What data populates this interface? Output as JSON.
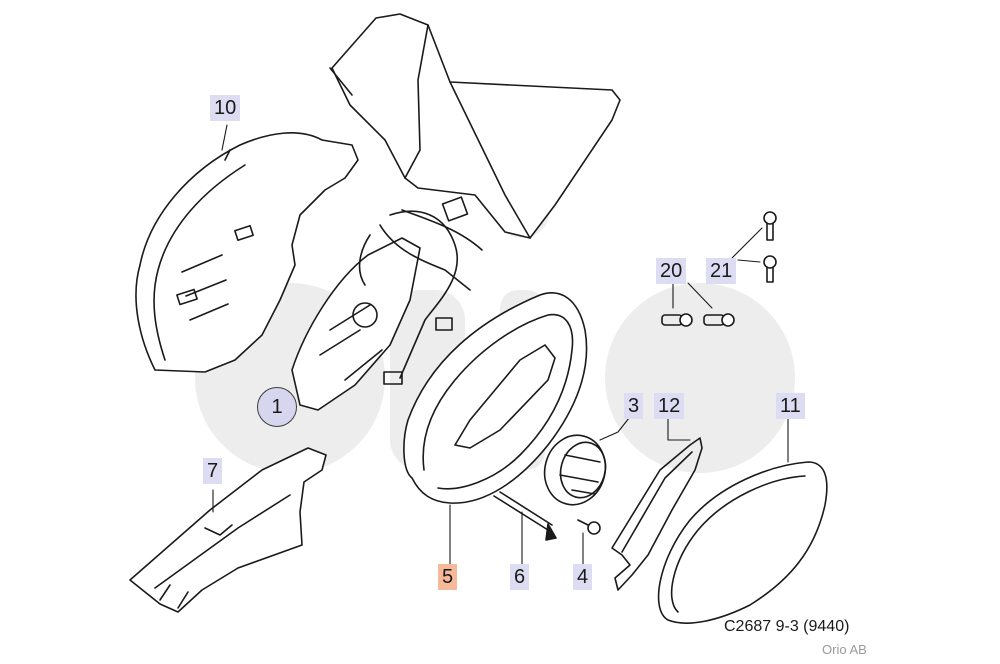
{
  "diagram": {
    "callouts": [
      {
        "id": "1",
        "label": "1"
      },
      {
        "id": "3",
        "label": "3"
      },
      {
        "id": "4",
        "label": "4"
      },
      {
        "id": "5",
        "label": "5"
      },
      {
        "id": "6",
        "label": "6"
      },
      {
        "id": "7",
        "label": "7"
      },
      {
        "id": "10",
        "label": "10"
      },
      {
        "id": "11",
        "label": "11"
      },
      {
        "id": "12",
        "label": "12"
      },
      {
        "id": "20",
        "label": "20"
      },
      {
        "id": "21",
        "label": "21"
      }
    ],
    "highlighted_callout": "5",
    "caption": "C2687 9-3 (9440)",
    "credit": "Orio AB",
    "colors": {
      "label_bg": "#dcdcf2",
      "highlight_bg": "#f6b99a",
      "watermark": "#ededed",
      "line": "#1a1a1a"
    }
  }
}
